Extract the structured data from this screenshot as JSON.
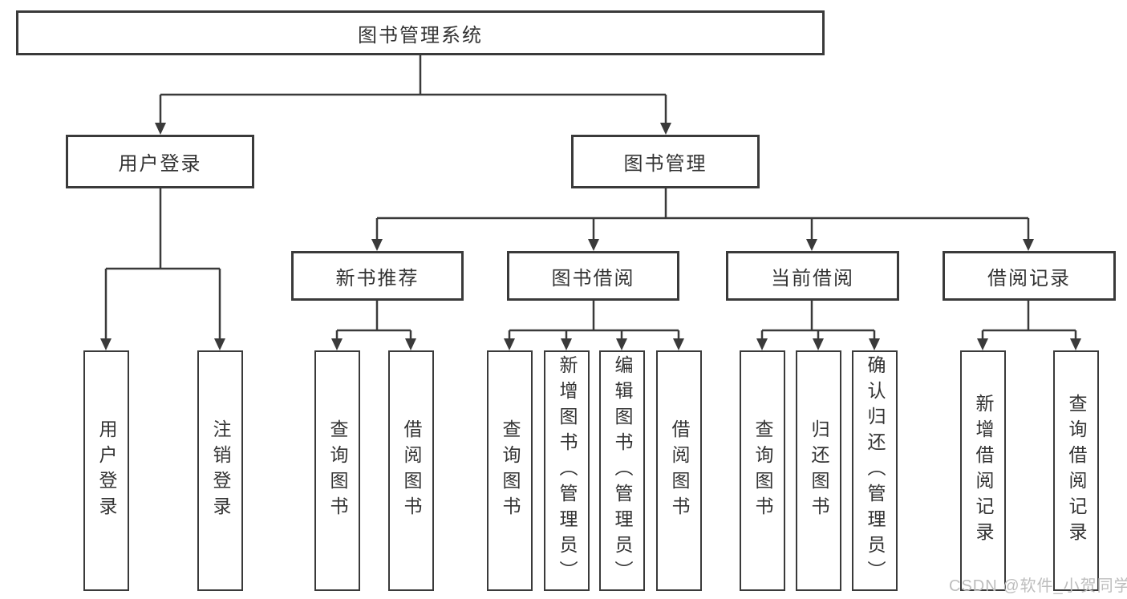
{
  "diagram": {
    "title": "图书管理系统",
    "type": "tree-structure-diagram",
    "nodes": {
      "root": "图书管理系统",
      "level2": [
        "用户登录",
        "图书管理"
      ],
      "categories": [
        "新书推荐",
        "图书借阅",
        "当前借阅",
        "借阅记录"
      ],
      "leaves": [
        "用户登录",
        "注销登录",
        "查询图书",
        "借阅图书",
        "查询图书",
        "新增图书（管理员）",
        "编辑图书（管理员）",
        "借阅图书",
        "查询图书",
        "归还图书",
        "确认归还（管理员）",
        "新增借阅记录",
        "查询借阅记录"
      ]
    },
    "hierarchy": {
      "图书管理系统": {
        "用户登录": [
          "用户登录",
          "注销登录"
        ],
        "图书管理": {
          "新书推荐": [
            "查询图书",
            "借阅图书"
          ],
          "图书借阅": [
            "查询图书",
            "新增图书（管理员）",
            "编辑图书（管理员）",
            "借阅图书"
          ],
          "当前借阅": [
            "查询图书",
            "归还图书",
            "确认归还（管理员）"
          ],
          "借阅记录": [
            "新增借阅记录",
            "查询借阅记录"
          ]
        }
      }
    },
    "colors": {
      "line": "#3a3a3a",
      "box_border": "#3a3a3a",
      "text": "#333333",
      "background": "#ffffff",
      "watermark": "#bdbdbd"
    }
  },
  "watermark": {
    "text": "CSDN @软件_小贺同学"
  }
}
